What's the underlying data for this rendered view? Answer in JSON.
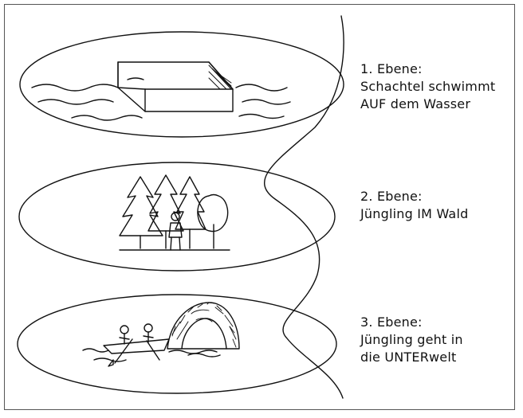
{
  "levels": [
    {
      "heading": "1. Ebene:",
      "lines": [
        "Schachtel schwimmt",
        "AUF dem Wasser"
      ]
    },
    {
      "heading": "2. Ebene:",
      "lines": [
        "Jüngling IM Wald"
      ]
    },
    {
      "heading": "3. Ebene:",
      "lines": [
        "Jüngling geht in",
        "die UNTERwelt"
      ]
    }
  ],
  "colors": {
    "ink": "#111111",
    "frame": "#555555",
    "background": "#ffffff"
  }
}
